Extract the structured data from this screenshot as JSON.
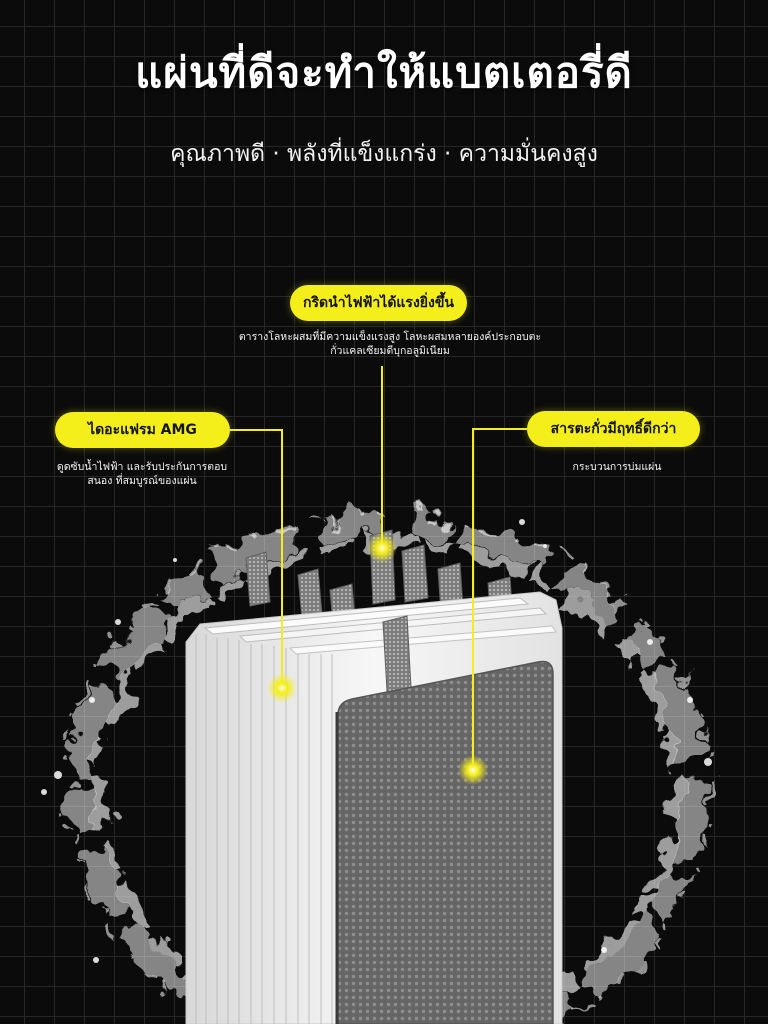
{
  "title": "แผ่นที่ดีจะทำให้แบตเตอรี่ดี",
  "subtitle": "คุณภาพดี · พลังที่แข็งแกร่ง · ความมั่นคงสูง",
  "callouts": {
    "grid": {
      "label": "กริดนำไฟฟ้าได้แรงยิ่งขึ้น",
      "desc": [
        "ตารางโลหะผสมที่มีความแข็งแรงสูง โลหะผสมหลายองค์ประกอบตะ",
        "กั่วแคลเซียมดีบุกอลูมิเนียม"
      ]
    },
    "diaphragm": {
      "label": "ไดอะแฟรม AMG",
      "desc": [
        "ดูดซับน้ำไฟฟ้า และรับประกันการตอบ",
        "สนอง ที่สมบูรณ์ของแผ่น"
      ]
    },
    "lead": {
      "label": "สารตะกั่วมีฤทธิ์ดีกว่า",
      "desc": [
        "กระบวนการบ่มแผ่น"
      ]
    }
  },
  "colors": {
    "accent": "#f4ee1a",
    "background": "#0b0b0b"
  }
}
